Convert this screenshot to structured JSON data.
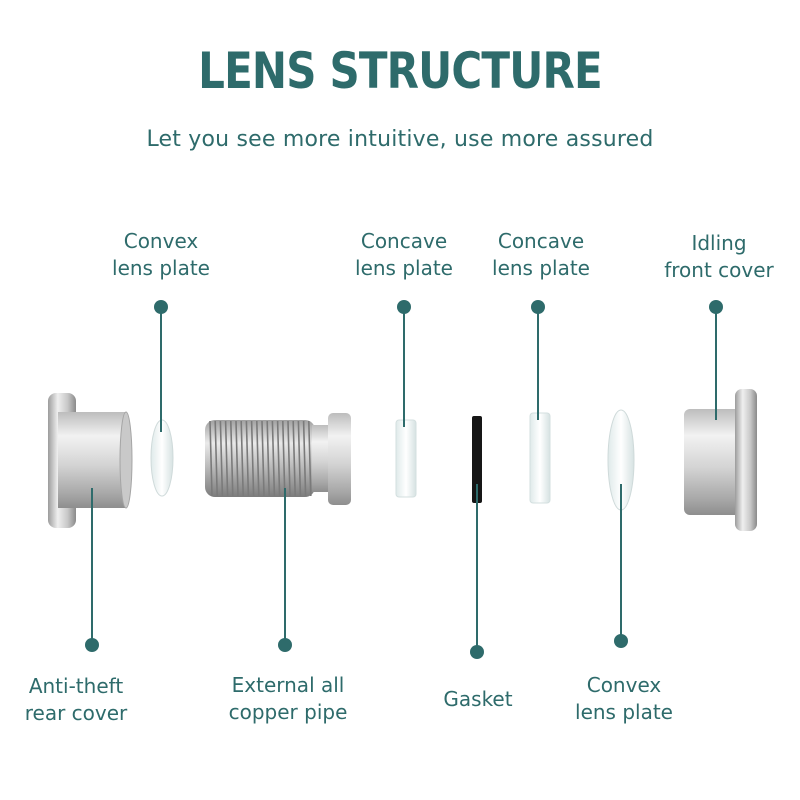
{
  "title": "LENS STRUCTURE",
  "subtitle": "Let you see more intuitive, use more assured",
  "colors": {
    "accent": "#2e6b6b",
    "text": "#2e6b6b",
    "metal_light": "#e8e8e8",
    "metal_dark": "#9a9a9a",
    "glass": "#f4fafa"
  },
  "labels": {
    "convex_top": [
      "Convex",
      "lens plate"
    ],
    "concave_1": [
      "Concave",
      "lens plate"
    ],
    "concave_2": [
      "Concave",
      "lens plate"
    ],
    "idling_front": [
      "Idling",
      "front cover"
    ],
    "anti_theft": [
      "Anti-theft",
      "rear cover"
    ],
    "copper_pipe": [
      "External all",
      "copper pipe"
    ],
    "gasket": [
      "Gasket"
    ],
    "convex_bottom": [
      "Convex",
      "lens plate"
    ]
  }
}
